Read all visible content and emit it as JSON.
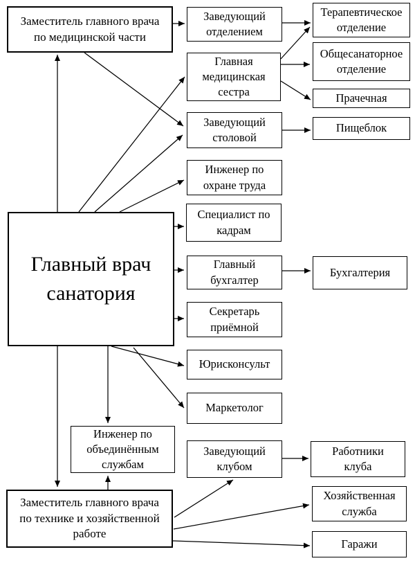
{
  "nodes": {
    "chief": {
      "label": "Главный врач\nсанатория"
    },
    "deputy_medical": {
      "label": "Заместитель главного врача\nпо медицинской части"
    },
    "deputy_technical": {
      "label": "Заместитель главного врача\nпо технике и хозяйственной\nработе"
    },
    "head_dept": {
      "label": "Заведующий\nотделением"
    },
    "chief_nurse": {
      "label": "Главная\nмедицинская\nсестра"
    },
    "head_canteen": {
      "label": "Заведующий\nстоловой"
    },
    "safety_engineer": {
      "label": "Инженер по\nохране труда"
    },
    "hr_specialist": {
      "label": "Специалист по\nкадрам"
    },
    "chief_accountant": {
      "label": "Главный\nбухгалтер"
    },
    "secretary": {
      "label": "Секретарь\nприёмной"
    },
    "legal_adviser": {
      "label": "Юрисконсульт"
    },
    "marketer": {
      "label": "Маркетолог"
    },
    "services_engineer": {
      "label": "Инженер по\nобъединённым\nслужбам"
    },
    "head_club": {
      "label": "Заведующий\nклубом"
    },
    "therapy_dept": {
      "label": "Терапевтическое\nотделение"
    },
    "general_dept": {
      "label": "Общесанаторное\nотделение"
    },
    "laundry": {
      "label": "Прачечная"
    },
    "food_unit": {
      "label": "Пищеблок"
    },
    "accounting": {
      "label": "Бухгалтерия"
    },
    "club_workers": {
      "label": "Работники\nклуба"
    },
    "econ_service": {
      "label": "Хозяйственная\nслужба"
    },
    "garages": {
      "label": "Гаражи"
    }
  },
  "edges": [
    {
      "from": "chief",
      "to": "deputy_medical"
    },
    {
      "from": "deputy_medical",
      "to": "head_dept"
    },
    {
      "from": "deputy_medical",
      "to": "head_canteen"
    },
    {
      "from": "head_dept",
      "to": "therapy_dept"
    },
    {
      "from": "chief_nurse",
      "to": "therapy_dept"
    },
    {
      "from": "chief_nurse",
      "to": "general_dept"
    },
    {
      "from": "chief_nurse",
      "to": "laundry"
    },
    {
      "from": "head_canteen",
      "to": "food_unit"
    },
    {
      "from": "chief",
      "to": "chief_nurse"
    },
    {
      "from": "chief",
      "to": "head_canteen"
    },
    {
      "from": "chief",
      "to": "safety_engineer"
    },
    {
      "from": "chief",
      "to": "hr_specialist"
    },
    {
      "from": "chief",
      "to": "chief_accountant"
    },
    {
      "from": "chief_accountant",
      "to": "accounting"
    },
    {
      "from": "chief",
      "to": "secretary"
    },
    {
      "from": "chief",
      "to": "legal_adviser"
    },
    {
      "from": "chief",
      "to": "marketer"
    },
    {
      "from": "chief",
      "to": "services_engineer"
    },
    {
      "from": "chief",
      "to": "deputy_technical"
    },
    {
      "from": "deputy_technical",
      "to": "services_engineer"
    },
    {
      "from": "deputy_technical",
      "to": "head_club"
    },
    {
      "from": "head_club",
      "to": "club_workers"
    },
    {
      "from": "deputy_technical",
      "to": "econ_service"
    },
    {
      "from": "deputy_technical",
      "to": "garages"
    }
  ],
  "colors": {
    "background": "#ffffff",
    "line": "#000000",
    "border": "#000000",
    "text": "#000000"
  }
}
